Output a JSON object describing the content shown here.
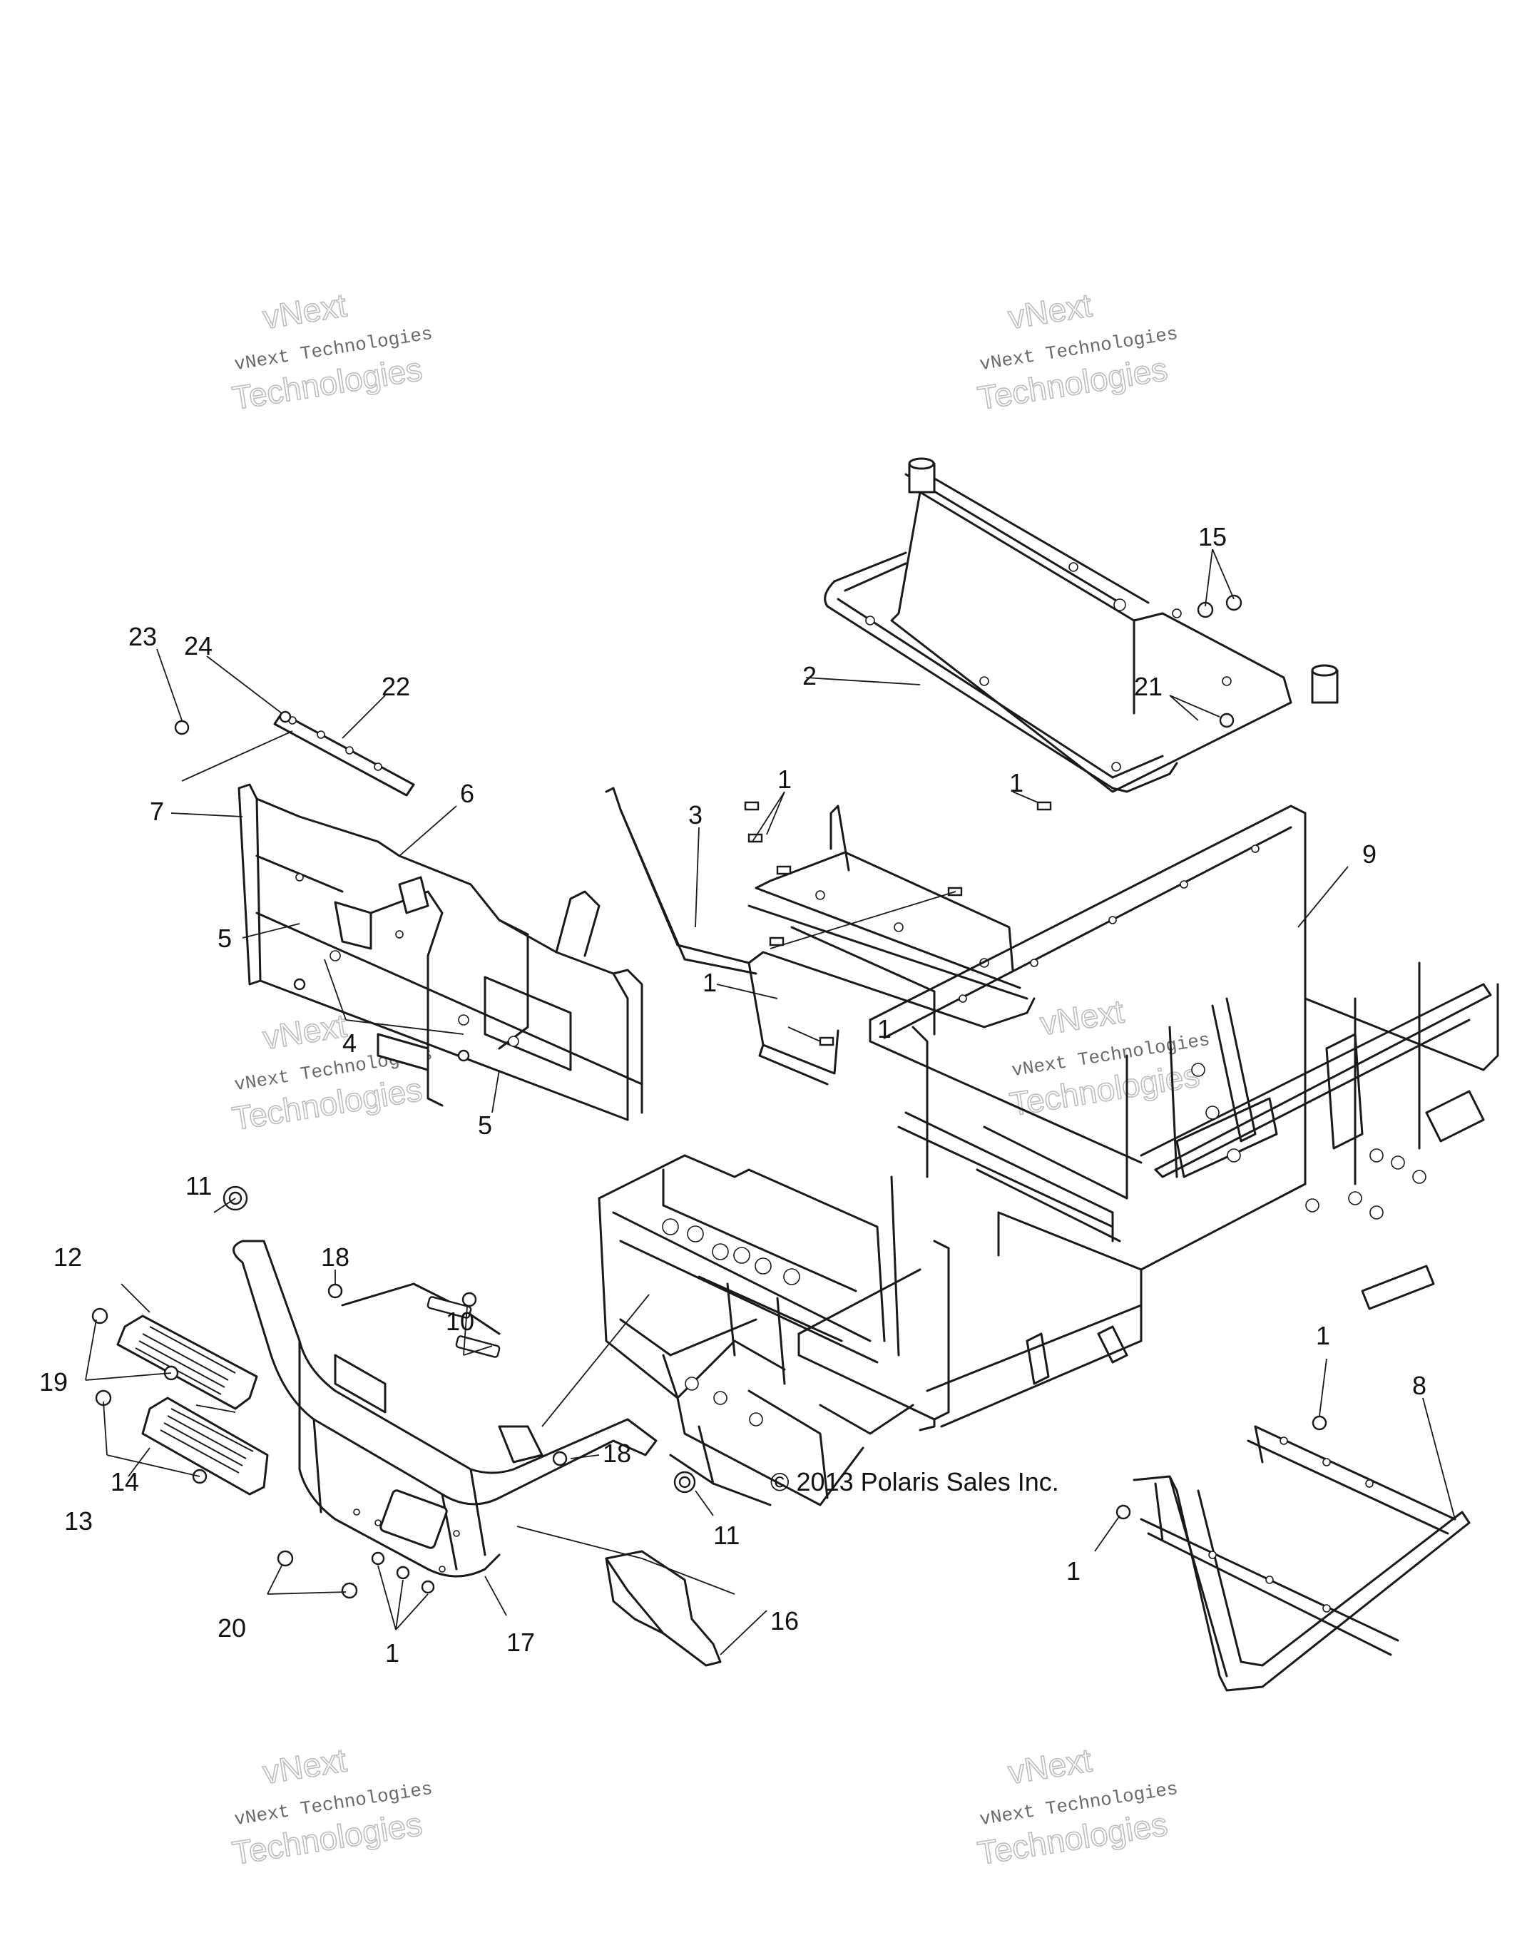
{
  "callouts": {
    "c1a": "1",
    "c1b": "1",
    "c1c": "1",
    "c1d": "1",
    "c1e": "1",
    "c1f": "1",
    "c1g": "1",
    "c2": "2",
    "c3": "3",
    "c4": "4",
    "c5a": "5",
    "c5b": "5",
    "c6": "6",
    "c7": "7",
    "c8": "8",
    "c9": "9",
    "c10": "10",
    "c11a": "11",
    "c11b": "11",
    "c12": "12",
    "c13": "13",
    "c14": "14",
    "c15": "15",
    "c16": "16",
    "c17": "17",
    "c18a": "18",
    "c18b": "18",
    "c19": "19",
    "c20": "20",
    "c21": "21",
    "c22": "22",
    "c23": "23",
    "c24": "24"
  },
  "copyright": "© 2013 Polaris Sales Inc.",
  "watermark": {
    "brand": "vNext",
    "line": "vNext Technologies",
    "big": "Technologies"
  }
}
